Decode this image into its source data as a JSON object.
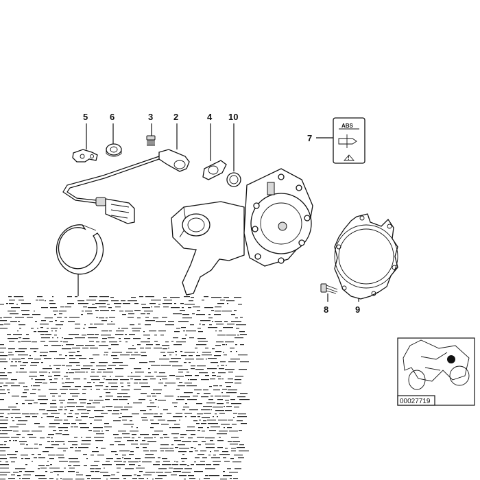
{
  "callouts": {
    "c1": "5",
    "c2": "6",
    "c3": "3",
    "c4": "2",
    "c5": "4",
    "c6": "10",
    "c7": "7",
    "c8": "8",
    "c9": "9"
  },
  "label": {
    "abs": "ABS"
  },
  "thumbnail": {
    "number": "00027719"
  }
}
